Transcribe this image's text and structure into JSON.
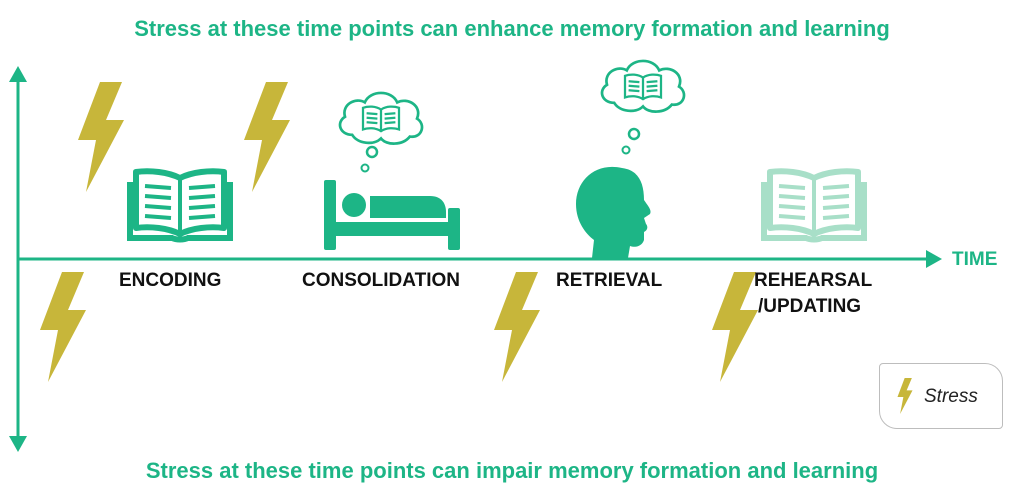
{
  "headlines": {
    "top": "Stress at these time points can enhance memory formation and learning",
    "bottom": "Stress at these time points can impair memory formation and learning"
  },
  "axis": {
    "x_label": "TIME"
  },
  "stages": [
    {
      "label": "ENCODING",
      "icon": "open-book-icon"
    },
    {
      "label": "CONSOLIDATION",
      "icon": "sleeping-person-bed-icon"
    },
    {
      "label": "RETRIEVAL",
      "icon": "head-silhouette-icon"
    },
    {
      "label": "REHEARSAL",
      "label_line2": "/UPDATING",
      "icon": "faded-open-book-icon"
    }
  ],
  "legend": {
    "label": "Stress",
    "icon": "lightning-bolt-icon"
  },
  "colors": {
    "accent_green": "#1db586",
    "stress_yellow": "#c7b63a",
    "faded_green": "#a8dfc8"
  }
}
